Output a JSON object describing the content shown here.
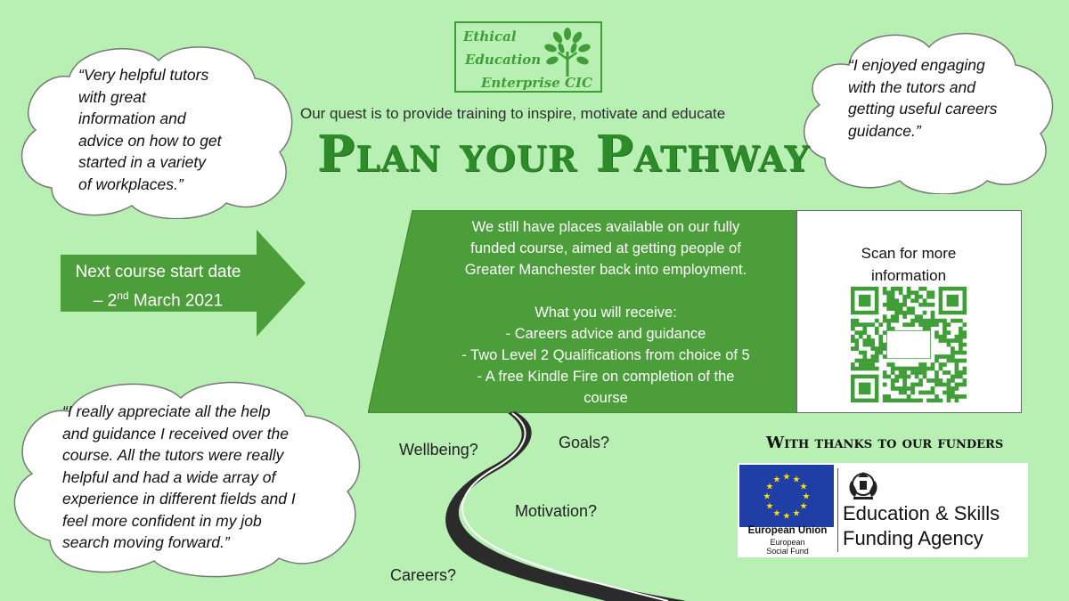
{
  "logo": {
    "line1": "Ethical",
    "line2": "Education",
    "line3": "Enterprise CIC"
  },
  "tagline": "Our quest is to provide training to inspire, motivate and educate",
  "title": "Plan your Pathway",
  "quotes": {
    "top_left": [
      "“Very helpful tutors",
      "with great",
      "information and",
      "advice on how to get",
      "started in a variety",
      "of workplaces.”"
    ],
    "top_right": [
      "“I enjoyed engaging",
      "with the tutors and",
      "getting useful careers",
      "guidance.”"
    ],
    "bottom_left": [
      "“I really appreciate all the help",
      "and guidance I received over the",
      "course. All the tutors were really",
      "helpful and had a wide array of",
      "experience in different fields and I",
      "feel more confident in my job",
      "search moving forward.”"
    ]
  },
  "arrow": {
    "line1": "Next course start date",
    "line2_prefix": "– 2",
    "line2_sup": "nd",
    "line2_suffix": " March 2021"
  },
  "info": {
    "intro": [
      "We still have places available on our fully",
      "funded course, aimed at getting people of",
      "Greater Manchester back into employment."
    ],
    "receive_heading": "What you will receive:",
    "items": [
      "- Careers advice and guidance",
      "- Two Level 2 Qualifications from choice of 5",
      "- A free Kindle Fire on completion of the",
      "course"
    ]
  },
  "scan": [
    "Scan for more",
    "information"
  ],
  "road_labels": {
    "wellbeing": "Wellbeing?",
    "goals": "Goals?",
    "motivation": "Motivation?",
    "careers": "Careers?"
  },
  "funders": {
    "title": "With thanks to our funders",
    "eu_name": "European Union",
    "eu_sub1": "European",
    "eu_sub2": "Social Fund",
    "esfa_line1": "Education & Skills",
    "esfa_line2": "Funding Agency"
  },
  "colors": {
    "background": "#b8f0b4",
    "brand_green": "#3f9e37",
    "title_green": "#2e8b2a",
    "panel_green": "#4c9e3a"
  },
  "icons": {
    "logo": "tree-icon",
    "qr": "qr-code-icon",
    "eu": "eu-flag-icon",
    "crest": "royal-crest-icon"
  }
}
